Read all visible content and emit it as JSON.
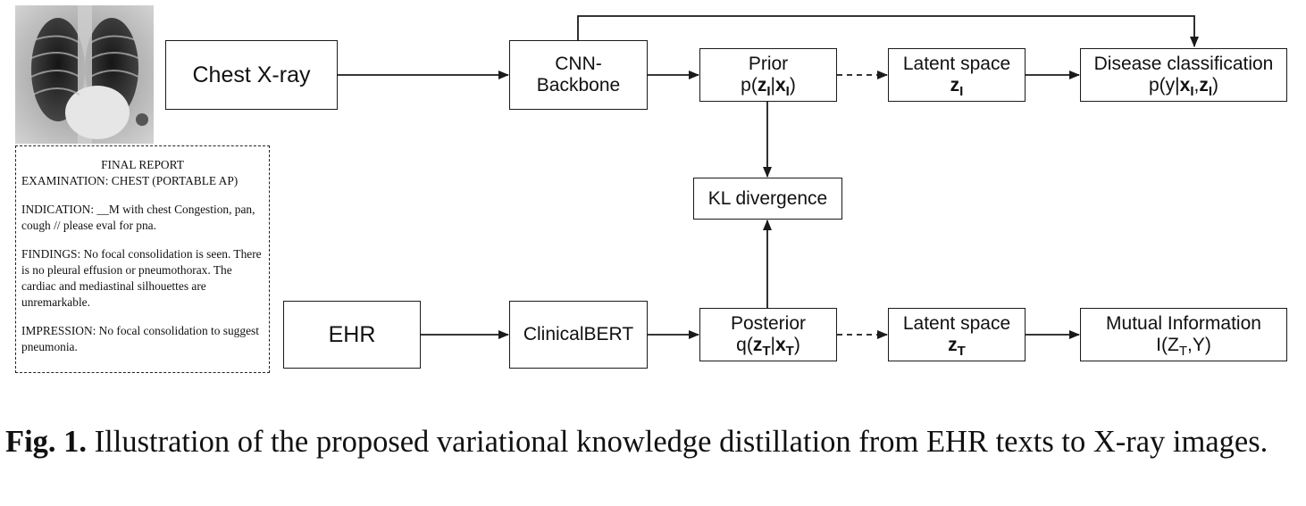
{
  "diagram": {
    "xray_image": {
      "description_icon": "chest-xray-image"
    },
    "report": {
      "title": "FINAL REPORT",
      "examination": "EXAMINATION: CHEST (PORTABLE AP)",
      "indication": "INDICATION: __M with chest Congestion, pan, cough // please eval for pna.",
      "findings": "FINDINGS: No focal consolidation is seen. There is no pleural effusion or pneumothorax. The cardiac and mediastinal silhouettes are unremarkable.",
      "impression": "IMPRESSION: No focal consolidation to suggest pneumonia."
    },
    "nodes": {
      "chest_xray": "Chest X-ray",
      "cnn_line1": "CNN-",
      "cnn_line2": "Backbone",
      "prior_title": "Prior",
      "latent_i_title": "Latent space",
      "disease_title": "Disease classification",
      "kl": "KL divergence",
      "ehr": "EHR",
      "clinicalbert": "ClinicalBERT",
      "posterior_title": "Posterior",
      "latent_t_title": "Latent space",
      "mi_title": "Mutual Information"
    },
    "formulas": {
      "prior": {
        "pre": "p(",
        "z": "z",
        "zsub": "I",
        "bar": "|",
        "x": "x",
        "xsub": "I",
        "post": ")"
      },
      "latent_i": {
        "z": "z",
        "zsub": "I"
      },
      "disease": {
        "pre": "p(y|",
        "x": "x",
        "xsub": "I",
        "comma": ",",
        "z": "z",
        "zsub": "I",
        "post": ")"
      },
      "posterior": {
        "pre": "q(",
        "z": "z",
        "zsub": "T",
        "bar": "|",
        "x": "x",
        "xsub": "T",
        "post": ")"
      },
      "latent_t": {
        "z": "z",
        "zsub": "T"
      },
      "mi": {
        "pre": "I(Z",
        "sub": "T",
        "post": ",Y)"
      }
    }
  },
  "caption": {
    "label": "Fig. 1.",
    "text": "Illustration of the proposed variational knowledge distillation from EHR texts to X-ray images."
  },
  "colors": {
    "line": "#1a1a1a",
    "background": "#ffffff"
  }
}
